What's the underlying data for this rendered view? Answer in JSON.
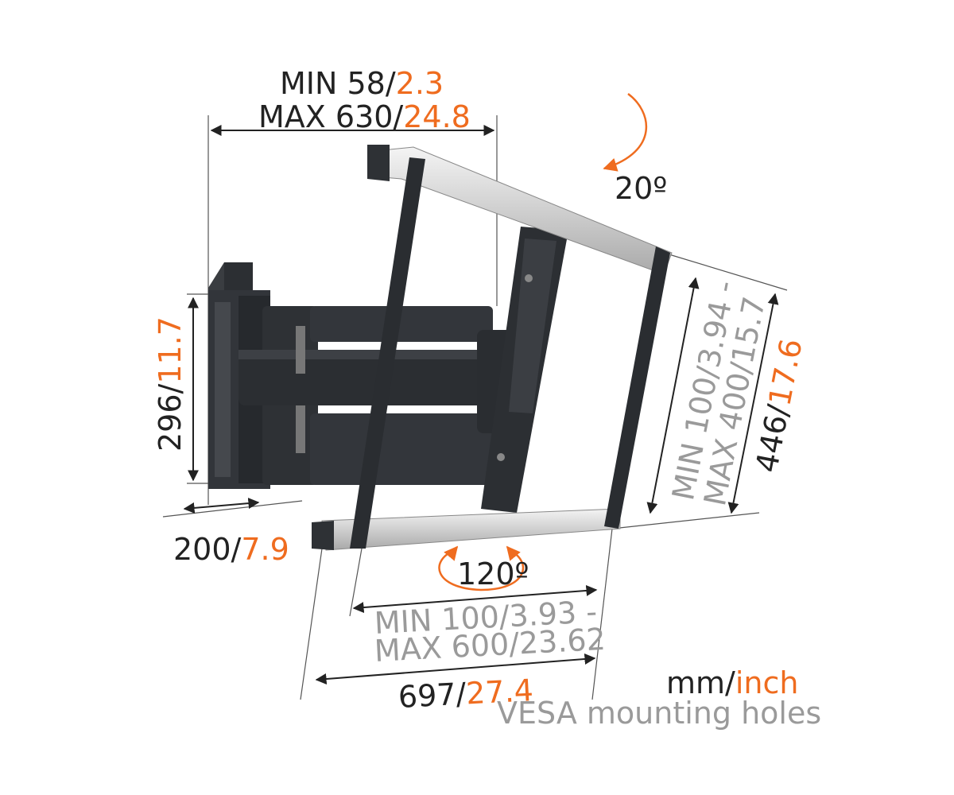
{
  "colors": {
    "accent": "#ef6c1f",
    "dark": "#222222",
    "gray": "#9a9a9a",
    "metal": "#2e3135"
  },
  "dims": {
    "depth_min": {
      "mm": "MIN 58/",
      "inch": "2.3"
    },
    "depth_max": {
      "mm": "MAX 630/",
      "inch": "24.8"
    },
    "tilt": "20º",
    "height_plate": {
      "mm": "296/",
      "inch": "11.7"
    },
    "width_plate": {
      "mm": "200/",
      "inch": "7.9"
    },
    "swivel": "120º",
    "vesa_h": {
      "line1": {
        "mm": "MIN 100/",
        "inch": "3.93 -"
      },
      "line2": {
        "mm": "MAX 600/",
        "inch": "23.62"
      }
    },
    "total_width": {
      "mm": "697/",
      "inch": "27.4"
    },
    "vesa_v": {
      "line1": {
        "mm": "MIN 100/",
        "inch": "3.94 -"
      },
      "line2": {
        "mm": "MAX 400/",
        "inch": "15.7"
      }
    },
    "total_height": {
      "mm": "446/",
      "inch": "17.6"
    }
  },
  "legend": {
    "mm": "mm/",
    "inch": "inch",
    "note": "VESA mounting holes"
  }
}
